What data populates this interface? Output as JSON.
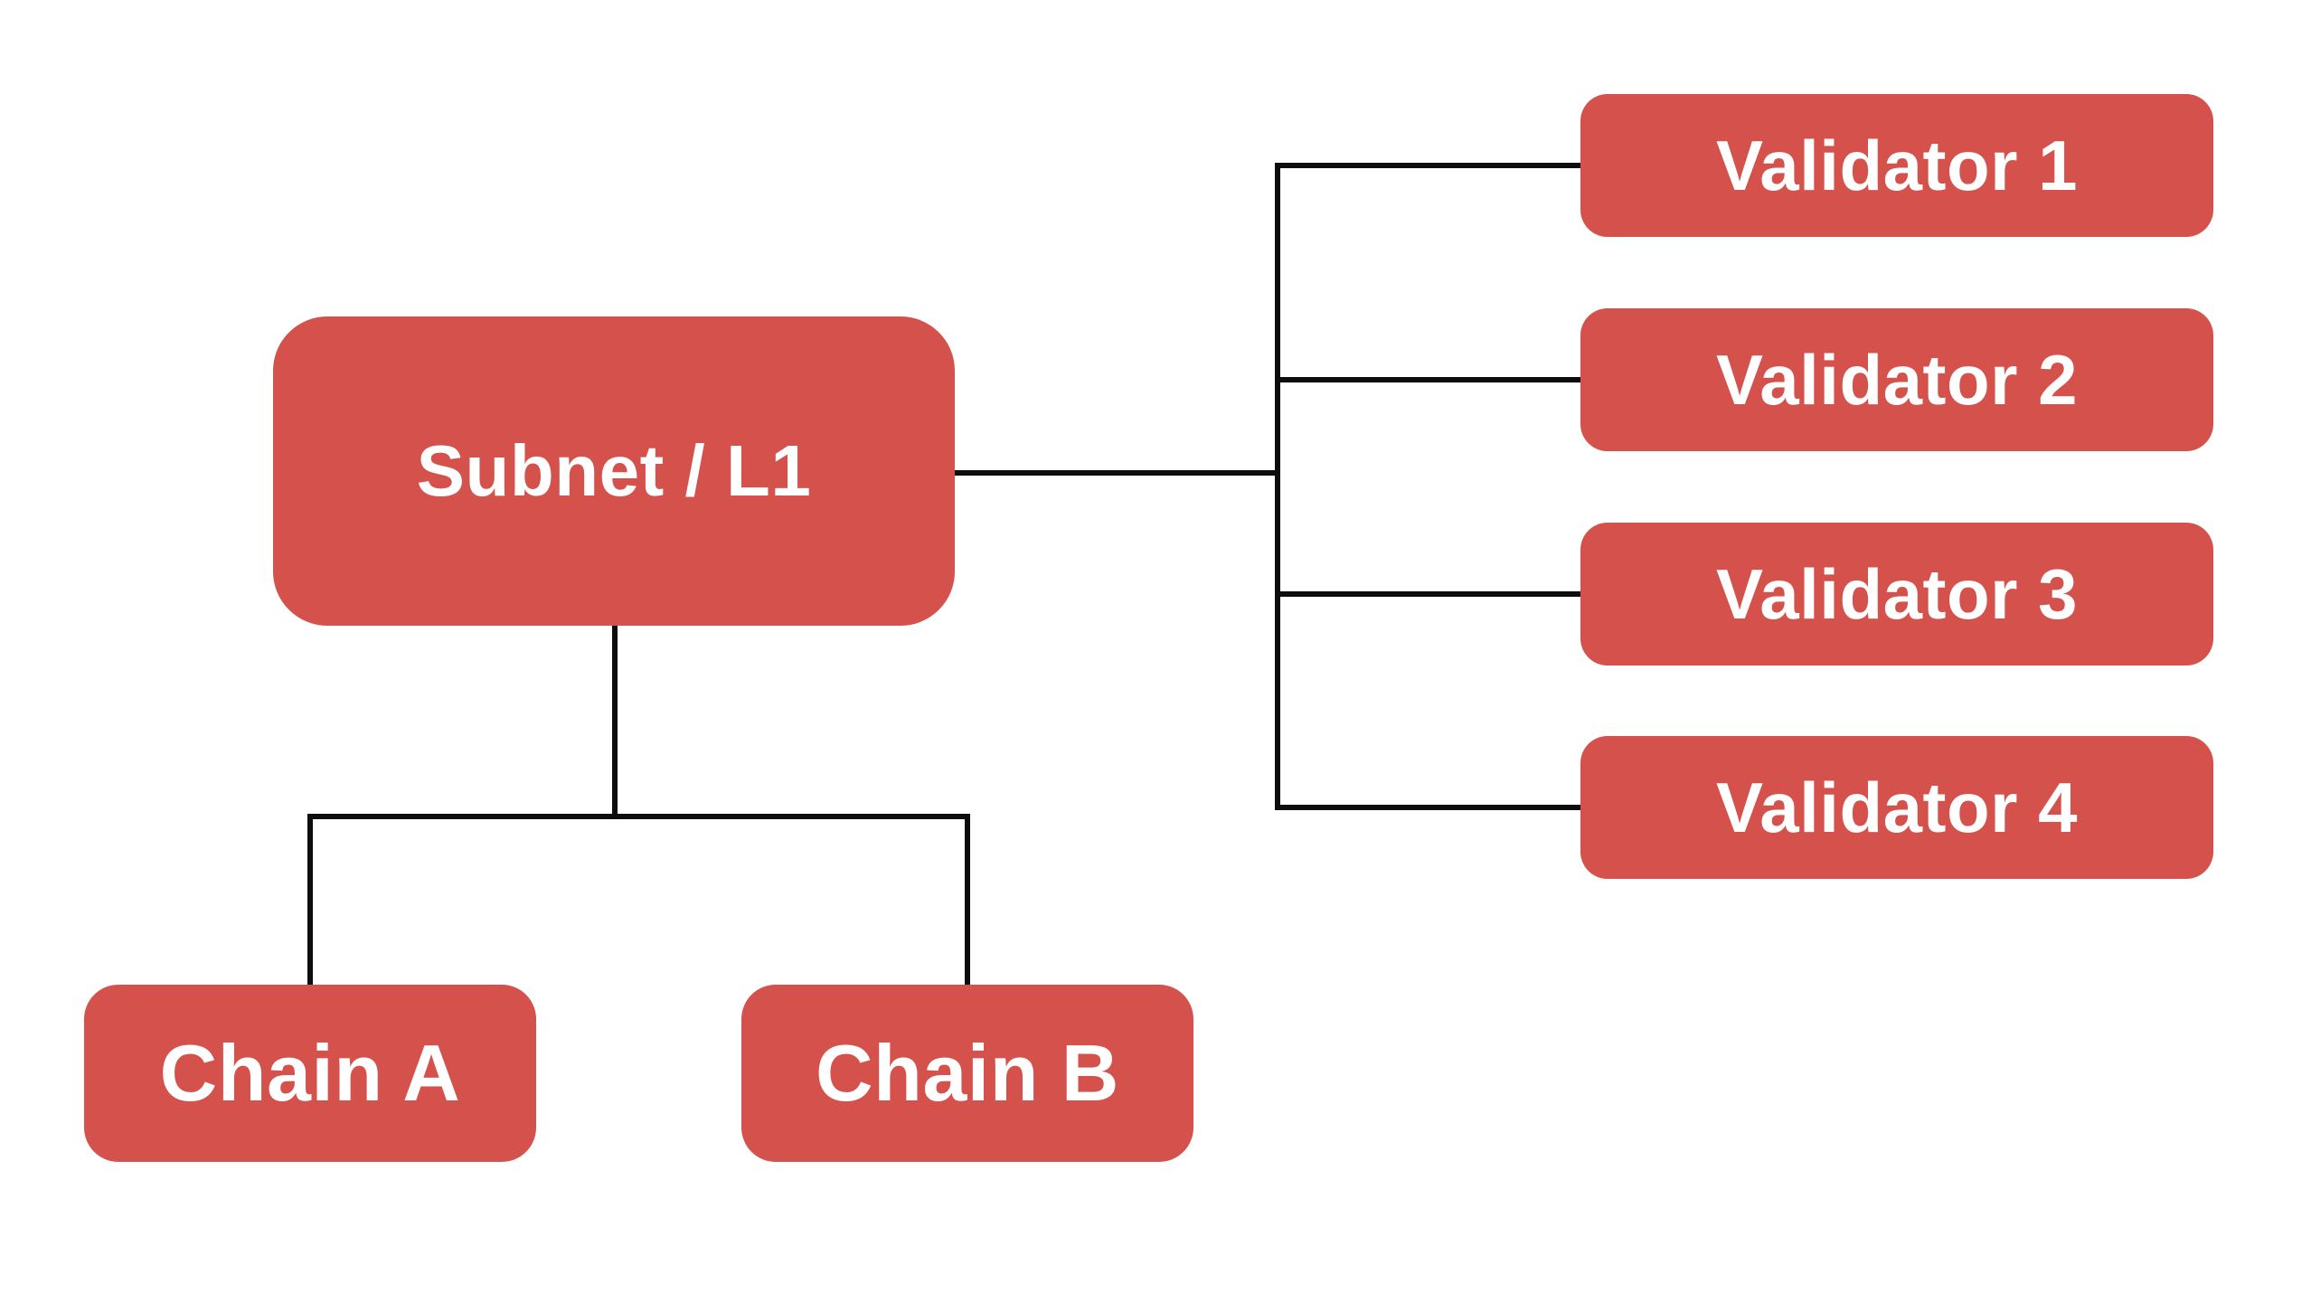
{
  "diagram": {
    "background_color": "#FFFFFF",
    "node_fill_color": "#D5514B",
    "node_text_color": "#FFFFFF",
    "edge_color": "#0D0D0D",
    "nodes": {
      "subnet": {
        "label": "Subnet / L1"
      },
      "chains": [
        {
          "label": "Chain A"
        },
        {
          "label": "Chain B"
        }
      ],
      "validators": [
        {
          "label": "Validator 1"
        },
        {
          "label": "Validator 2"
        },
        {
          "label": "Validator 3"
        },
        {
          "label": "Validator 4"
        }
      ]
    },
    "edges": [
      {
        "from": "Subnet / L1",
        "to": "Validator 1"
      },
      {
        "from": "Subnet / L1",
        "to": "Validator 2"
      },
      {
        "from": "Subnet / L1",
        "to": "Validator 3"
      },
      {
        "from": "Subnet / L1",
        "to": "Validator 4"
      },
      {
        "from": "Subnet / L1",
        "to": "Chain A"
      },
      {
        "from": "Subnet / L1",
        "to": "Chain B"
      }
    ]
  }
}
